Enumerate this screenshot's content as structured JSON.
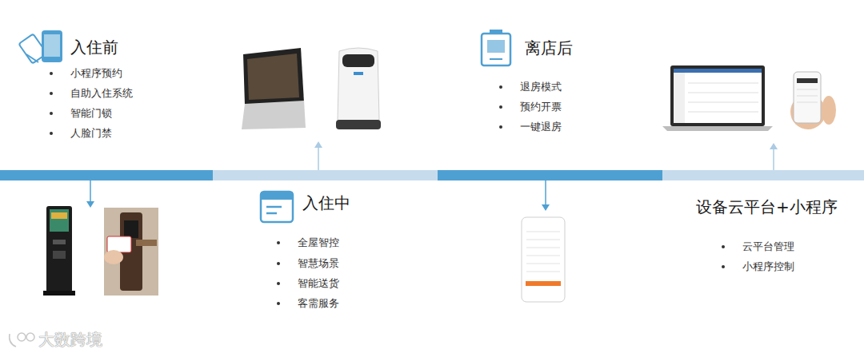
{
  "diagram": {
    "labels": [
      "入住前",
      "小程序预约",
      "自助入住系统",
      "智能门锁",
      "人脸门禁",
      "离店后",
      "退房模式",
      "预约开票",
      "一键退房",
      "入住中",
      "全屋智控",
      "智慧场景",
      "智能送货",
      "客需服务",
      "设备云平台+小程序",
      "云平台管理",
      "小程序控制",
      "大数跨境"
    ]
  }
}
